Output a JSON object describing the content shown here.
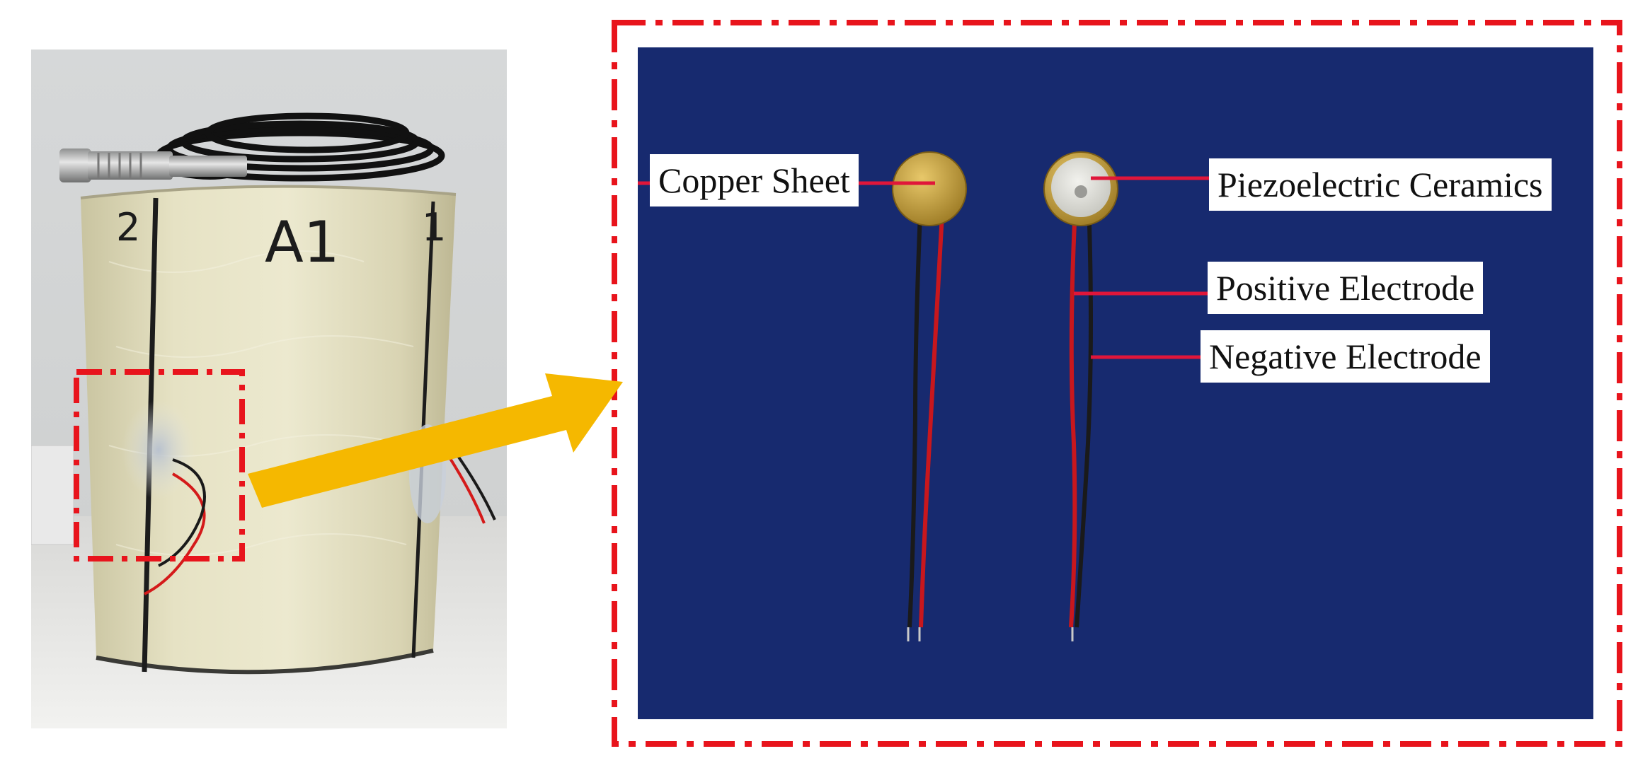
{
  "photo": {
    "tube_marks": [
      "2",
      "A1",
      "1"
    ]
  },
  "labels": {
    "copper_sheet": "Copper Sheet",
    "piezoelectric_ceramics": "Piezoelectric Ceramics",
    "positive_electrode": "Positive Electrode",
    "negative_electrode": "Negative Electrode"
  },
  "colors": {
    "highlight_frame": "#e8141c",
    "arrow": "#f5b800",
    "panel_background": "#172a6f",
    "leader_line": "#e0163a"
  }
}
